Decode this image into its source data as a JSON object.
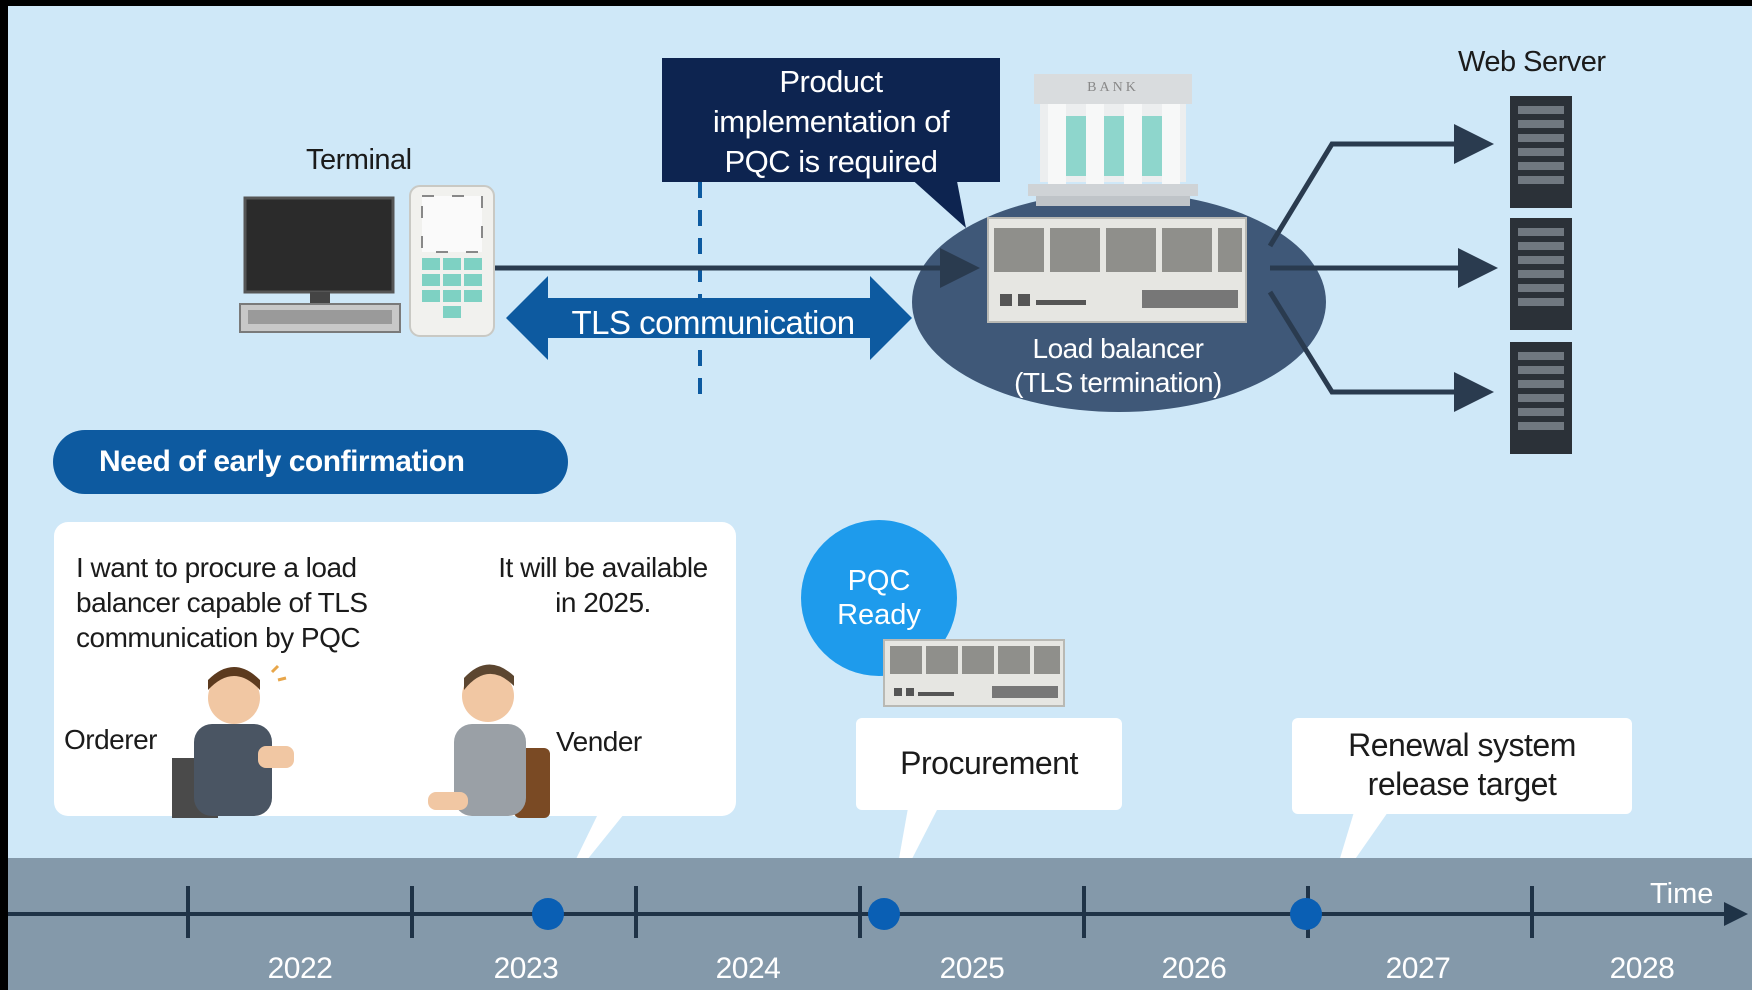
{
  "terminal_label": "Terminal",
  "web_server_label": "Web Server",
  "callout": [
    "Product",
    "implementation of",
    "PQC is required"
  ],
  "bank_sign": "BANK",
  "tls_label": "TLS communication",
  "load_balancer": [
    "Load balancer",
    "(TLS termination)"
  ],
  "pill_label": "Need of early confirmation",
  "orderer_quote": [
    "I want to procure a load",
    "balancer capable of TLS",
    "communication by PQC"
  ],
  "vendor_quote": [
    "It will be available",
    "in 2025."
  ],
  "orderer_label": "Orderer",
  "vendor_label": "Vender",
  "pqc_badge": [
    "PQC",
    "Ready"
  ],
  "procurement_label": "Procurement",
  "renewal_label": [
    "Renewal system",
    "release target"
  ],
  "time_label": "Time",
  "years": [
    "2022",
    "2023",
    "2024",
    "2025",
    "2026",
    "2027",
    "2028"
  ],
  "colors": {
    "background": "#cfe8f8",
    "navy": "#0d2450",
    "blue_arrow": "#0d5aa0",
    "ellipse": "#3f5878",
    "timeline": "#8499aa",
    "marker": "#0a5fb4",
    "pqc_circle": "#1e9bec"
  }
}
